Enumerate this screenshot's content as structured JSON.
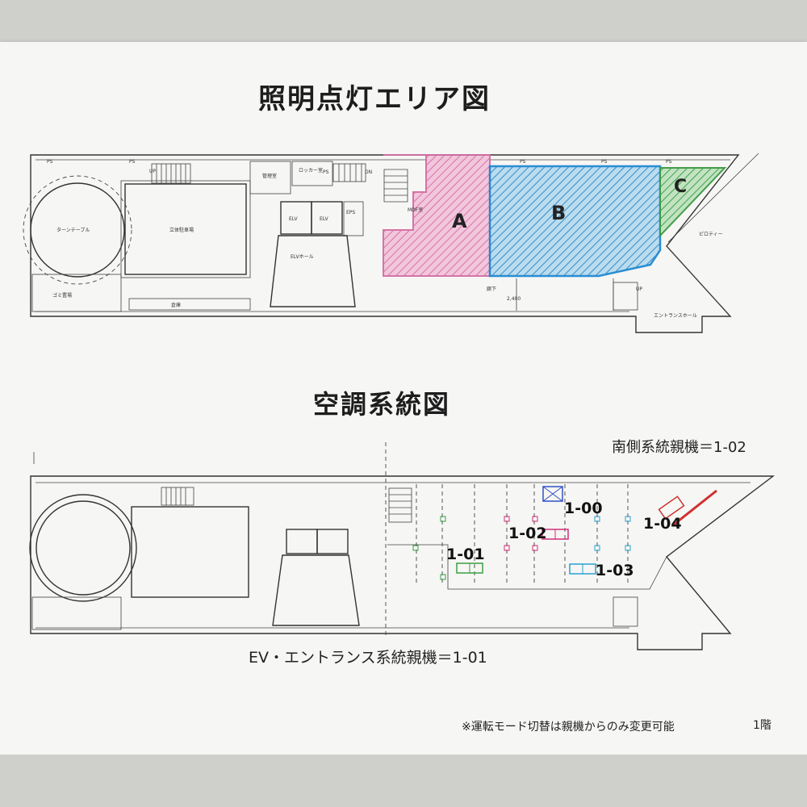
{
  "titles": {
    "lighting": "照明点灯エリア図",
    "hvac": "空調系統図"
  },
  "zones": {
    "a": "A",
    "b": "B",
    "c": "C"
  },
  "rooms": {
    "turntable": "ターンテーブル",
    "parking": "立体駐車場",
    "management": "管理室",
    "locker": "ロッカー室",
    "elv1": "ELV",
    "elv2": "ELV",
    "eps": "EPS",
    "elv_hall": "ELVホール",
    "mdf": "MDF室",
    "garbage": "ゴミ置場",
    "warehouse": "倉庫",
    "corridor": "廊下",
    "piloti": "ピロティー",
    "entrance_hall": "エントランスホール",
    "ps1": "PS",
    "ps2": "PS",
    "ps3": "PS",
    "ps4": "PS",
    "ps5": "PS",
    "ps6": "PS",
    "up1": "UP",
    "up2": "UP",
    "dn": "DN",
    "dim": "2,400"
  },
  "units": {
    "u100": "1-00",
    "u101": "1-01",
    "u102": "1-02",
    "u103": "1-03",
    "u104": "1-04"
  },
  "labels": {
    "south": "南側系統親機＝1-02",
    "ev": "EV・エントランス系統親機＝1-01",
    "note": "※運転モード切替は親機からのみ変更可能",
    "floor": "1階"
  },
  "colors": {
    "zone_a": "#e07bb0",
    "zone_b": "#2f9ad6",
    "zone_c": "#3aa043",
    "unit_green": "#3aa043",
    "unit_magenta": "#d0307a",
    "unit_blue": "#3050c8",
    "unit_cyan": "#2aa0d0",
    "unit_red": "#d03030"
  }
}
